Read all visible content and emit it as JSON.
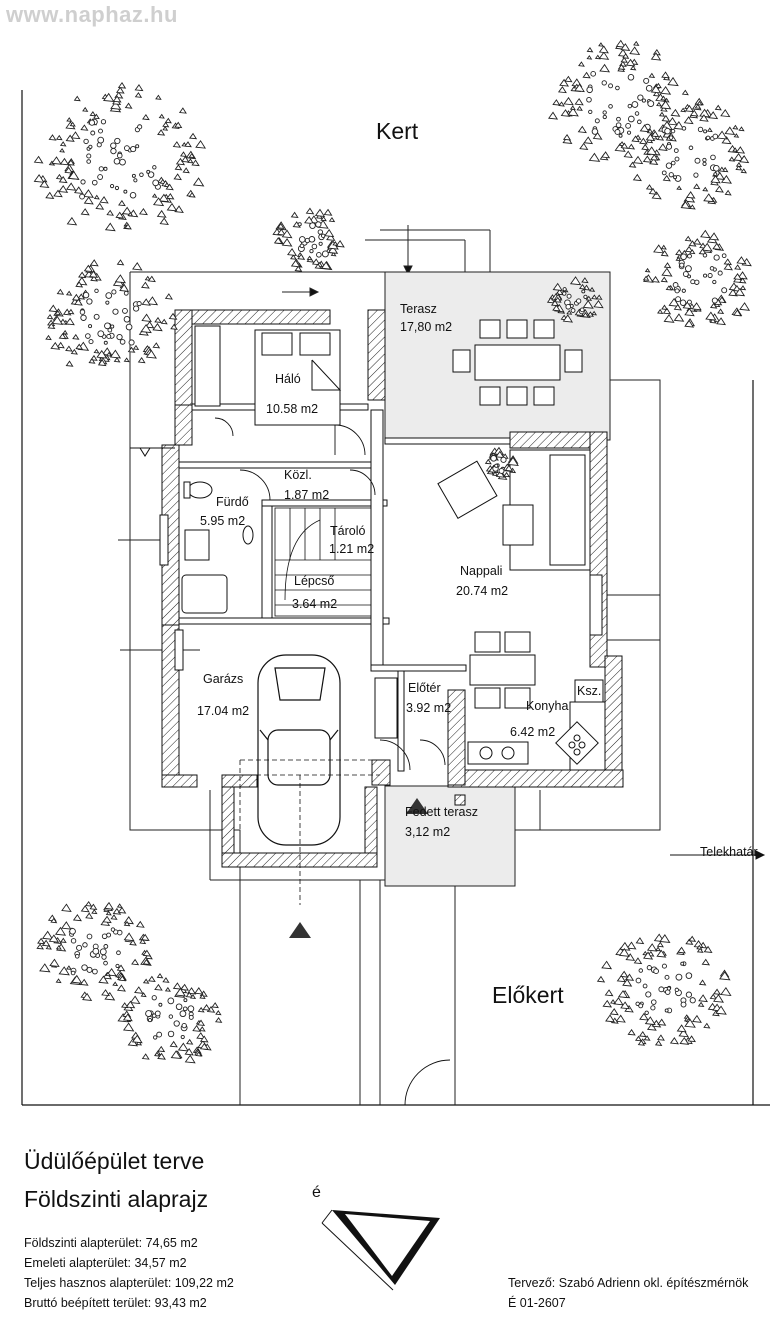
{
  "watermark": "www.naphaz.hu",
  "areas": {
    "garden_back": "Kert",
    "garden_front": "Előkert",
    "boundary": "Telekhatár"
  },
  "rooms": {
    "terrace_name": "Terasz",
    "terrace_area": "17,80 m2",
    "bedroom_name": "Háló",
    "bedroom_area": "10.58 m2",
    "hall_name": "Közl.",
    "hall_area": "1.87 m2",
    "bath_name": "Fürdő",
    "bath_area": "5.95 m2",
    "storage_name": "Tároló",
    "storage_area": "1.21 m2",
    "stair_name": "Lépcső",
    "stair_area": "3.64 m2",
    "living_name": "Nappali",
    "living_area": "20.74 m2",
    "garage_name": "Garázs",
    "garage_area": "17.04 m2",
    "entry_name": "Előtér",
    "entry_area": "3.92 m2",
    "kitchen_name": "Konyha",
    "kitchen_area": "6.42 m2",
    "pantry_name": "Ksz.",
    "covered_terrace_name": "Fedett terasz",
    "covered_terrace_area": "3,12 m2"
  },
  "titles": {
    "line1": "Üdülőépület terve",
    "line2": "Földszinti alaprajz"
  },
  "stats": [
    "Földszinti  alapterület: 74,65 m2",
    "Emeleti alapterület: 34,57 m2",
    "Teljes hasznos alapterület: 109,22 m2",
    "Bruttó beépített terület: 93,43 m2"
  ],
  "designer": {
    "name": "Tervező: Szabó Adrienn okl. építészmérnök",
    "license": "É 01-2607"
  },
  "north_label": "é"
}
